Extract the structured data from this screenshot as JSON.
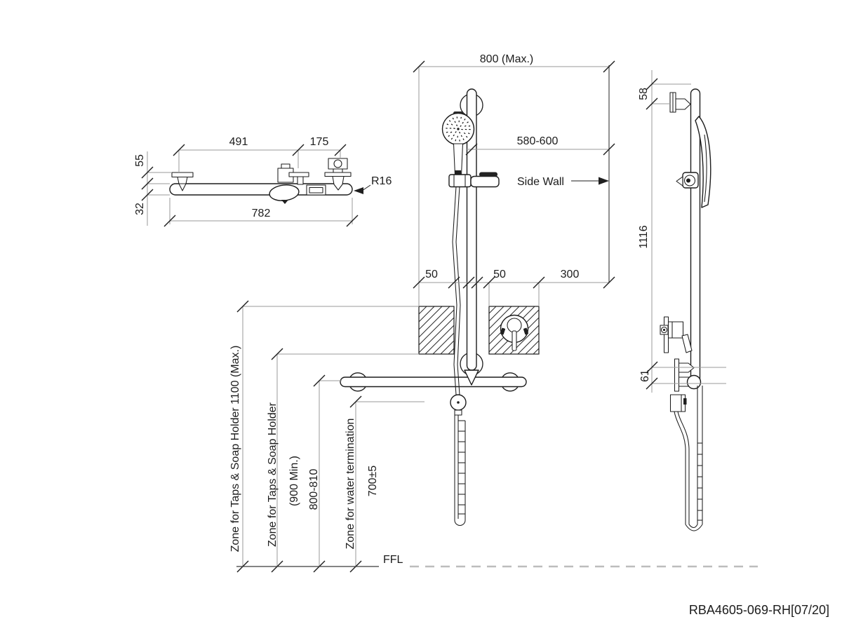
{
  "plan": {
    "d491": "491",
    "d175": "175",
    "d55": "55",
    "d32": "32",
    "d782": "782",
    "r16": "R16"
  },
  "elevation": {
    "d800": "800 (Max.)",
    "d580": "580-600",
    "side_wall": "Side Wall",
    "d50_left": "50",
    "d50_right": "50",
    "d300": "300"
  },
  "zones": {
    "zone_taps_1100": "Zone for Taps & Soap Holder 1100 (Max.)",
    "zone_taps": "Zone for Taps & Soap Holder",
    "zone_taps_min": "(900 Min.)",
    "d800_810": "800-810",
    "zone_water": "Zone for water termination",
    "d700": "700±5",
    "ffl": "FFL"
  },
  "side": {
    "d58": "58",
    "d1116": "1116",
    "d61": "61"
  },
  "footer": {
    "part_number": "RBA4605-069-RH[07/20]"
  },
  "colors": {
    "line": "#1c1c1c",
    "dimension": "#9a9a9a",
    "ffl_dash": "#bdbdbd"
  }
}
